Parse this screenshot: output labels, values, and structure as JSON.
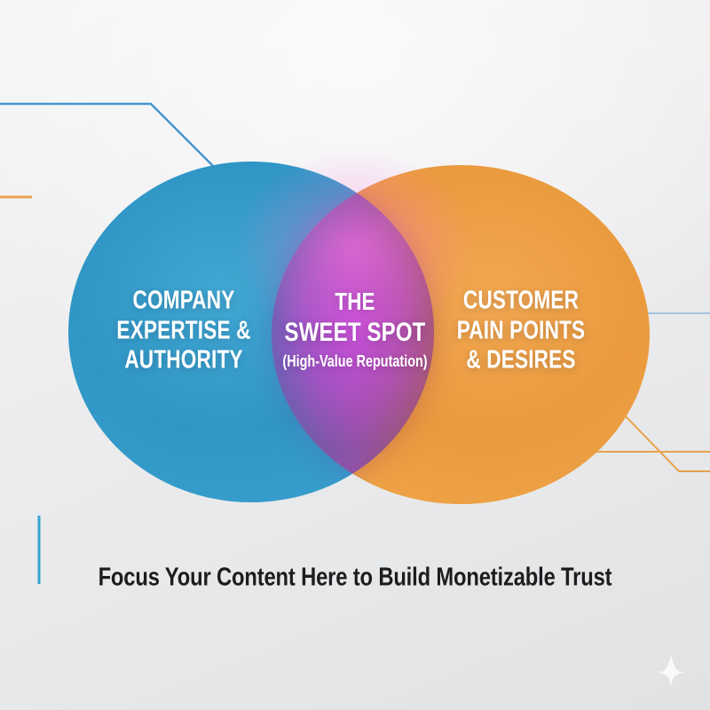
{
  "venn": {
    "left": {
      "lines": [
        "COMPANY",
        "EXPERTISE &",
        "AUTHORITY"
      ],
      "color": "#2F96C5",
      "color_light": "#41A7D3"
    },
    "right": {
      "lines": [
        "CUSTOMER",
        "PAIN POINTS",
        "& DESIRES"
      ],
      "color": "#EA9A3D",
      "color_light": "#F2A851"
    },
    "overlap": {
      "lines": [
        "THE",
        "SWEET SPOT",
        "(High-Value Reputation)"
      ],
      "left_color": "#5E63B0",
      "mid_color": "#8F51A6",
      "right_color": "#A25865",
      "glow_color": "#D14EE0",
      "halo_color": "#FF77E0",
      "lens_shadow_blue": "#5B5FAE",
      "lens_shadow_red": "#A8505C"
    },
    "caption": "Focus Your Content Here to Build Monetizable Trust",
    "caption_color": "#1D1D1F"
  },
  "decor": {
    "blue_line_color": "#4597CD",
    "thin_blue_line_color": "#8FB4DA",
    "orange_line_color": "#E9A24B",
    "teal_bar_color": "#35A3D4",
    "sparkle_color": "#FAFAFA"
  }
}
